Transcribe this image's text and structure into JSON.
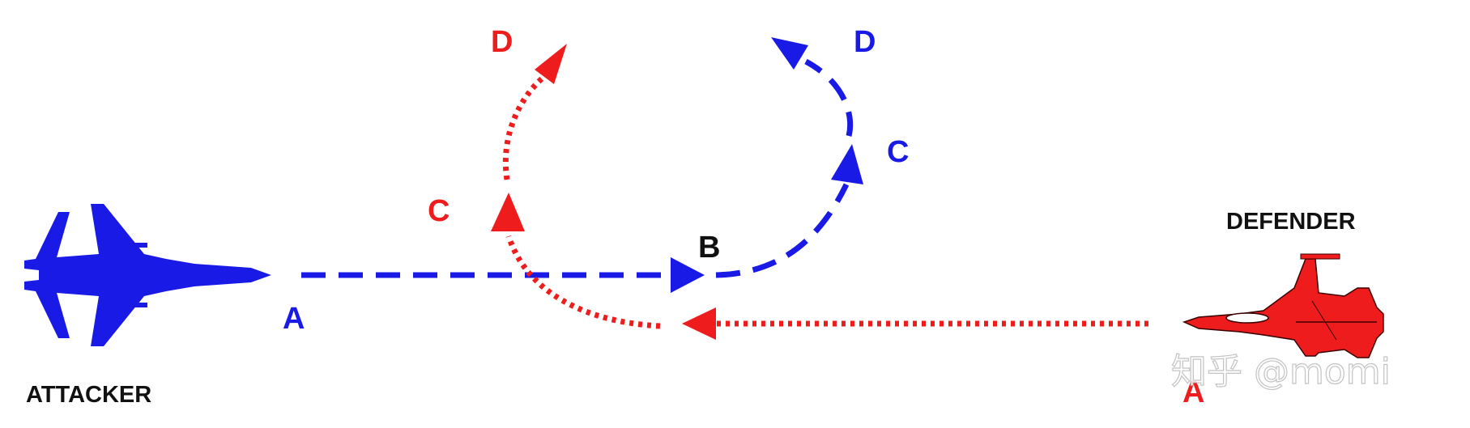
{
  "attacker": {
    "caption": "ATTACKER",
    "color": "#1a1ae6",
    "points": {
      "a": "A",
      "b": "B",
      "c": "C",
      "d": "D"
    },
    "aircraft_icon": "jet-fighter-icon"
  },
  "defender": {
    "caption": "DEFENDER",
    "color": "#ee1c1c",
    "points": {
      "a": "A",
      "c": "C",
      "d": "D"
    },
    "aircraft_icon": "jet-fighter-icon"
  },
  "label_b_color": "#111111",
  "watermark": "知乎 @momi"
}
